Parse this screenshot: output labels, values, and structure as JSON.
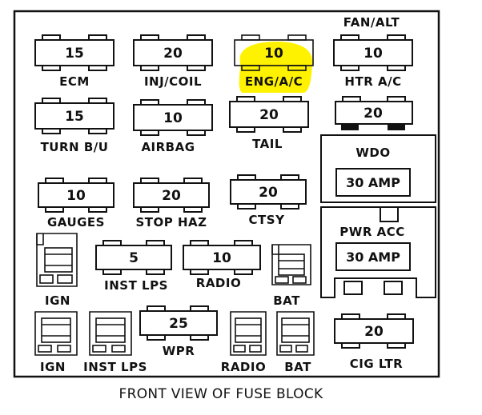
{
  "caption": "FRONT VIEW OF FUSE BLOCK",
  "highlight_color": "#FFF200",
  "fuses": {
    "ecm": {
      "value": "15",
      "label": "ECM"
    },
    "inj_coil": {
      "value": "20",
      "label": "INJ/COIL"
    },
    "eng_ac": {
      "value": "10",
      "label": "ENG/A/C"
    },
    "htr_ac": {
      "value": "10",
      "label": "HTR A/C",
      "top_label": "FAN/ALT"
    },
    "turn_bu": {
      "value": "15",
      "label": "TURN B/U"
    },
    "airbag": {
      "value": "10",
      "label": "AIRBAG"
    },
    "tail": {
      "value": "20",
      "label": "TAIL"
    },
    "wdo": {
      "value": "20",
      "label": "WDO"
    },
    "gauges": {
      "value": "10",
      "label": "GAUGES"
    },
    "stop_haz": {
      "value": "20",
      "label": "STOP HAZ"
    },
    "ctsy": {
      "value": "20",
      "label": "CTSY"
    },
    "inst_lps": {
      "value": "5",
      "label": "INST LPS"
    },
    "radio": {
      "value": "10",
      "label": "RADIO"
    },
    "wpr": {
      "value": "25",
      "label": "WPR"
    },
    "cig_ltr": {
      "value": "20",
      "label": "CIG LTR"
    }
  },
  "breakers": {
    "wdo": {
      "value": "30 AMP"
    },
    "pwr_acc": {
      "value": "30 AMP",
      "label": "PWR ACC"
    }
  },
  "relays": {
    "ign_upper": {
      "label": "IGN"
    },
    "bat_upper": {
      "label": "BAT"
    },
    "ign_lower": {
      "label": "IGN"
    },
    "inst_lps_lower": {
      "label": "INST LPS"
    },
    "radio_lower": {
      "label": "RADIO"
    },
    "bat_lower": {
      "label": "BAT"
    }
  }
}
